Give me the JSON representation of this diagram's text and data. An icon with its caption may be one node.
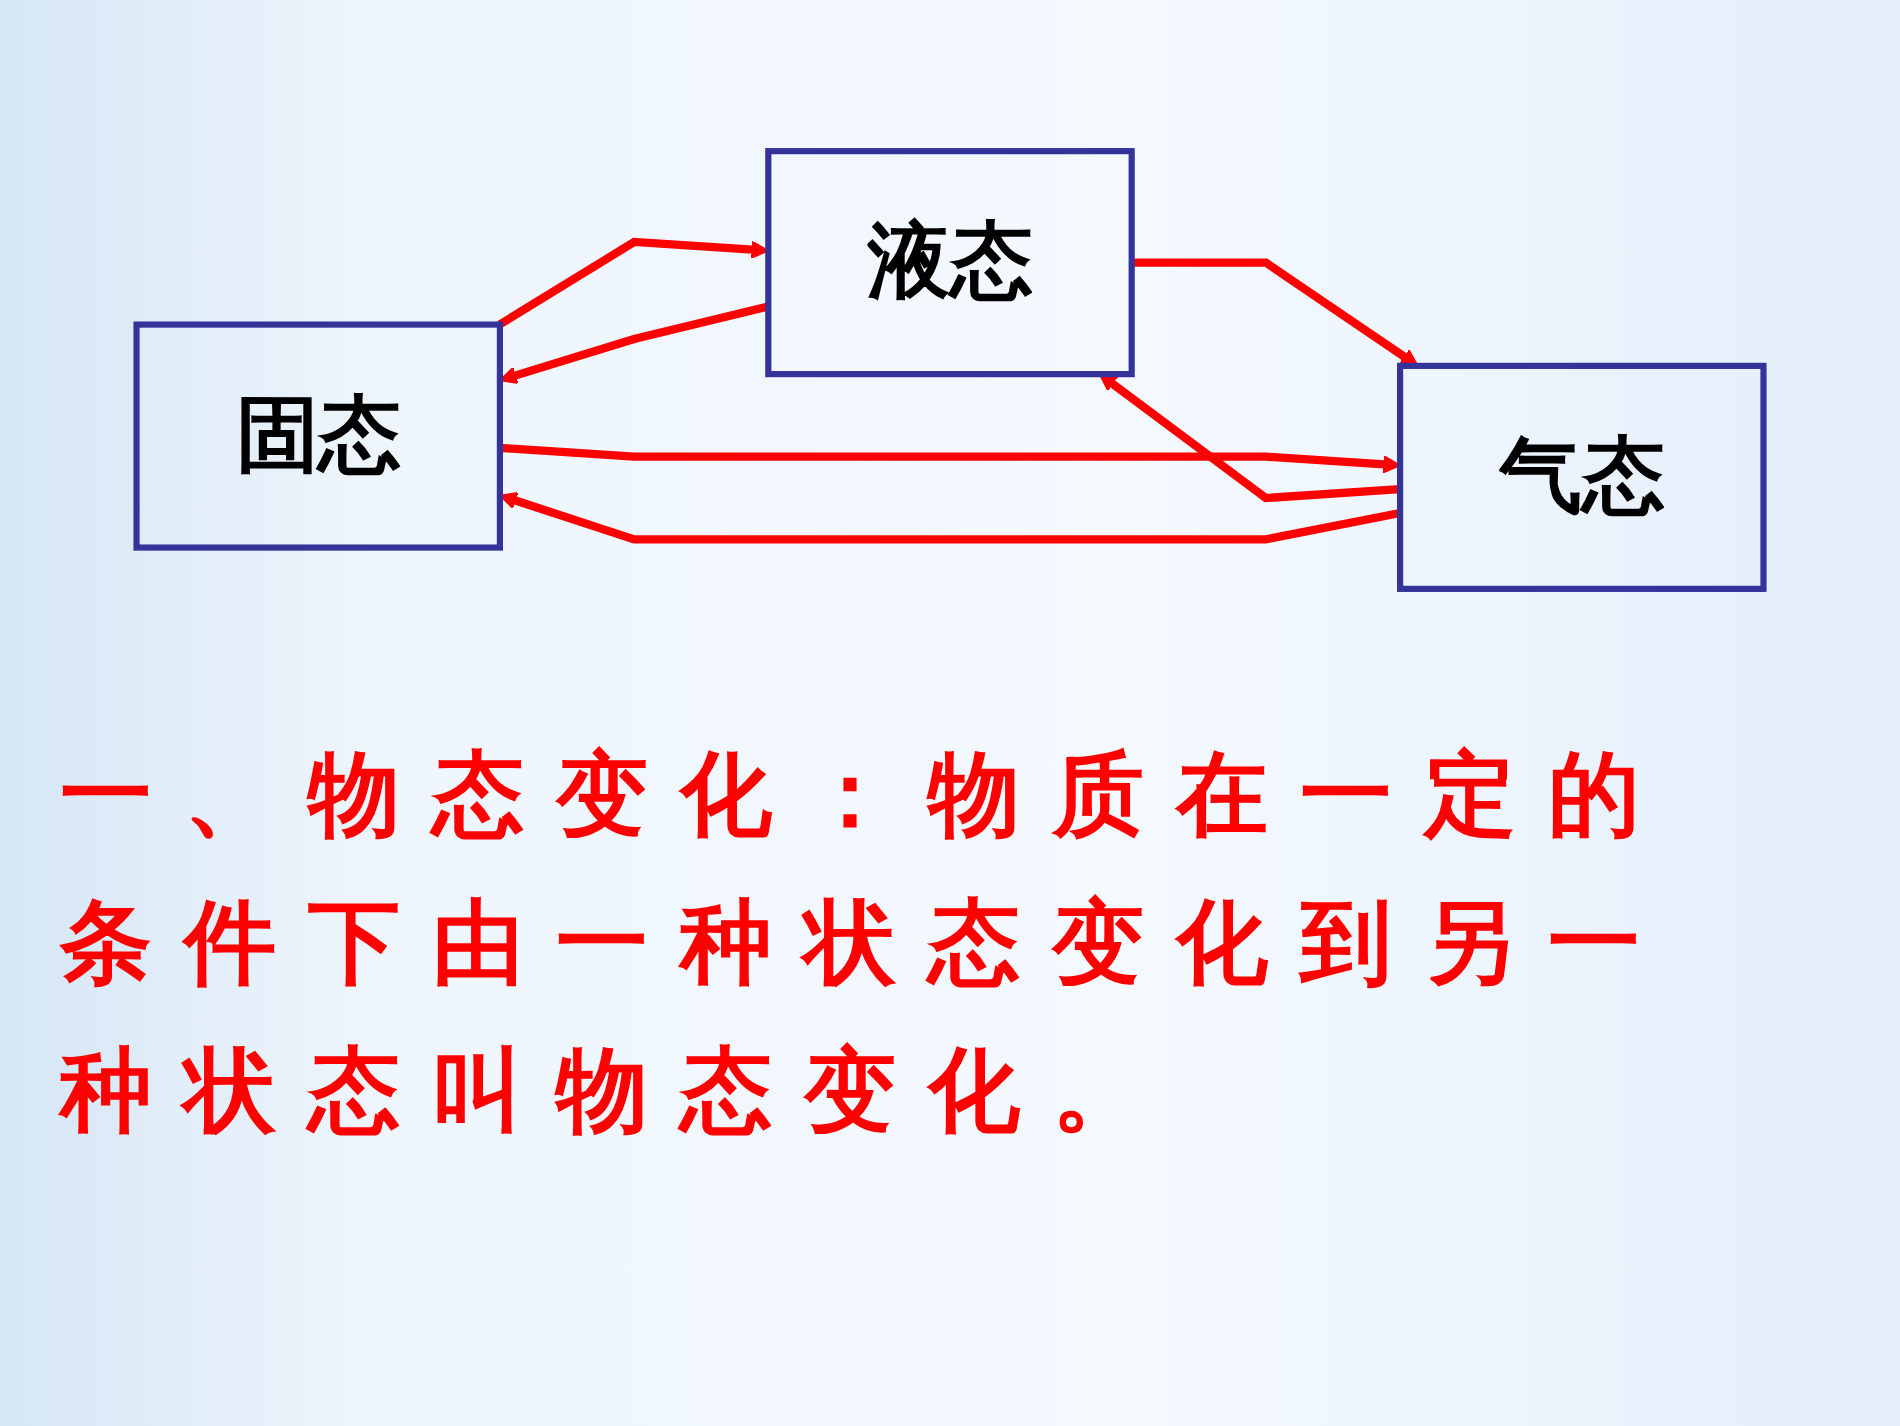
{
  "diagram": {
    "nodes": [
      {
        "text": [
          "固态"
        ]
      },
      {
        "text": [
          "液态"
        ]
      },
      {
        "text": [
          "气态"
        ]
      }
    ],
    "edges": [
      {
        "from": 0,
        "to": 1,
        "arrow": "to"
      },
      {
        "from": 1,
        "to": 0,
        "arrow": "to"
      },
      {
        "from": 1,
        "to": 2,
        "arrow": "to"
      },
      {
        "from": 2,
        "to": 1,
        "arrow": "to"
      },
      {
        "from": 0,
        "to": 2,
        "arrow": "to"
      },
      {
        "from": 2,
        "to": 0,
        "arrow": "to"
      }
    ],
    "labels": [
      "一、物态变化：物质在一定的条件下由一种状态变化到另一种状态叫物态变化。"
    ]
  }
}
